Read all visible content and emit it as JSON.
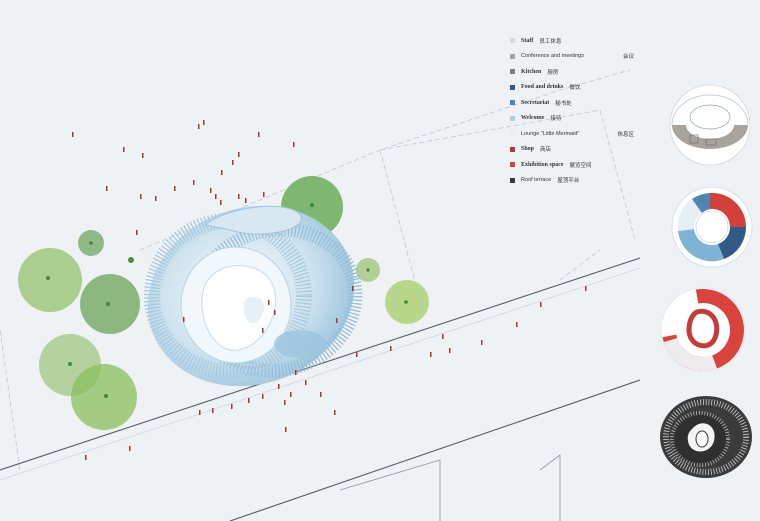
{
  "legend": {
    "items": [
      {
        "en": "Staff",
        "cn": "员工休息",
        "color": "#d7dadd",
        "bold": true
      },
      {
        "en": "Conference and meetings",
        "cn": "会议",
        "color": "#a7a39f",
        "bold": false,
        "far": true
      },
      {
        "en": "Kitchen",
        "cn": "厨房",
        "color": "#7f7f82",
        "bold": true
      },
      {
        "en": "Food and drinks",
        "cn": "餐饮",
        "color": "#2f5b86",
        "bold": true
      },
      {
        "en": "Secretariat",
        "cn": "秘书处",
        "color": "#4f86ad",
        "bold": true
      },
      {
        "en": "Welcome",
        "cn": "接待",
        "color": "#a9cfe6",
        "bold": true
      },
      {
        "en": "Lounge \"Little Mermaid\"",
        "cn": "休息区",
        "color": "#e8eef2",
        "bold": false,
        "far": true
      },
      {
        "en": "Shop",
        "cn": "商店",
        "color": "#b53a37",
        "bold": true
      },
      {
        "en": "Exhibition space",
        "cn": "展览空间",
        "color": "#d9433d",
        "bold": true
      },
      {
        "en": "Roof terrace",
        "cn": "屋顶平台",
        "color": "#3a3a3a",
        "bold": false
      }
    ]
  },
  "colors": {
    "building": "#bcd8ea",
    "tree": "#7fb25a",
    "person": "#9b3a2e"
  },
  "thumbnails": [
    "staff-kitchen-plan",
    "food-secretariat-plan",
    "exhibition-plan",
    "roof-terrace-plan"
  ]
}
